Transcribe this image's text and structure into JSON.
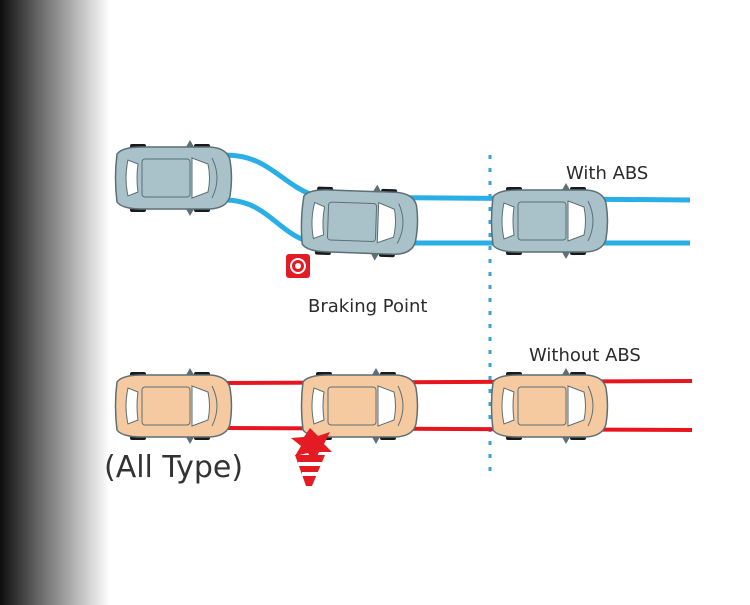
{
  "labels": {
    "with_abs": "With ABS",
    "without_abs": "Without ABS",
    "braking_point": "Braking Point",
    "all_type": "(All Type)"
  },
  "colors": {
    "abs_track": "#29aee6",
    "no_abs_track": "#e8151f",
    "abs_car_body": "#a9c2c9",
    "no_abs_car_body": "#f5caa0",
    "marker_red": "#e41b23",
    "divider_blue": "#3b9fd8",
    "vignette": "#000000"
  },
  "icons": {
    "braking_point_marker": "target-icon",
    "collision_burst": "crash-burst-icon",
    "traffic_cone": "traffic-cone-icon"
  }
}
